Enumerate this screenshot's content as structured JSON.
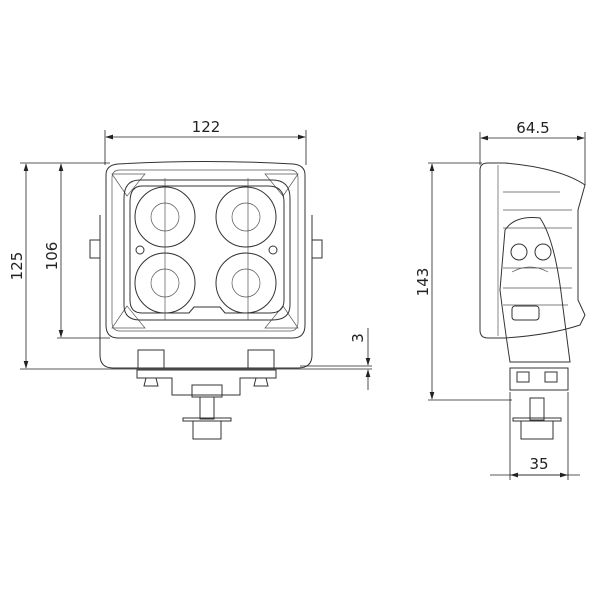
{
  "dimensions": {
    "front_width": "122",
    "front_total_height": "125",
    "front_housing_height": "106",
    "bracket_offset": "3",
    "side_depth": "64.5",
    "side_total_height": "143",
    "bracket_width": "35"
  }
}
